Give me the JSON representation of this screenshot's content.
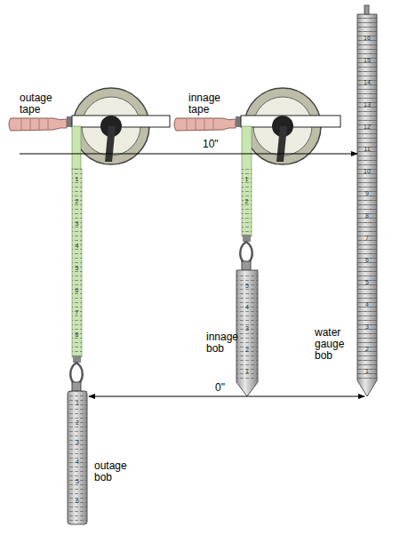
{
  "diagram": {
    "labels": [
      "outage tape",
      "innage tape",
      "10\"",
      "innage bob",
      "water gauge bob",
      "0\"",
      "outage bob",
      "1",
      "2",
      "3",
      "4",
      "5",
      "6",
      "7",
      "8",
      "9",
      "10",
      "11",
      "12",
      "13",
      "14",
      "15",
      "16",
      "1",
      "2",
      "3",
      "4",
      "5",
      "1",
      "2",
      "3",
      "4",
      "5",
      "6",
      "1",
      "2",
      "3",
      "4",
      "5",
      "6",
      "7",
      "8",
      "1",
      "2"
    ]
  }
}
